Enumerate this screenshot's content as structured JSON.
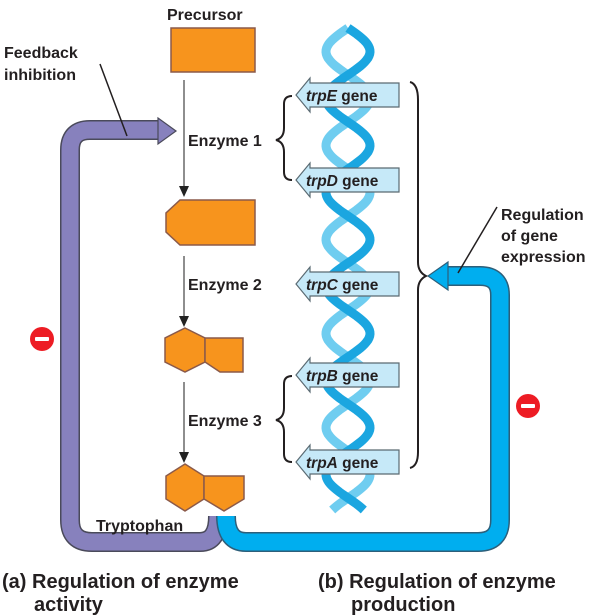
{
  "diagram": {
    "title": "Regulation of tryptophan synthesis",
    "pathway": {
      "start_label": "Precursor",
      "end_label": "Tryptophan",
      "enzymes": [
        "Enzyme 1",
        "Enzyme 2",
        "Enzyme 3"
      ]
    },
    "genes": [
      {
        "name": "trpE",
        "suffix": " gene"
      },
      {
        "name": "trpD",
        "suffix": " gene"
      },
      {
        "name": "trpC",
        "suffix": " gene"
      },
      {
        "name": "trpB",
        "suffix": " gene"
      },
      {
        "name": "trpA",
        "suffix": " gene"
      }
    ],
    "callouts": {
      "feedback": [
        "Feedback",
        "inhibition"
      ],
      "gene_regulation": [
        "Regulation",
        "of gene",
        "expression"
      ]
    },
    "inhibition_symbol": "−",
    "captions": {
      "a": [
        "(a) Regulation of enzyme",
        "activity"
      ],
      "b": [
        "(b) Regulation of enzyme",
        "production"
      ]
    },
    "colors": {
      "molecule": "#f7941d",
      "molecule_stroke": "#8b5a4a",
      "feedback_arrow": "#8781bd",
      "expression_arrow": "#00aeef",
      "dna_dark": "#1ba6e0",
      "dna_light": "#6fcdf0",
      "gene_box": "#c6e9f8",
      "inhibit": "#ed1c24"
    }
  }
}
